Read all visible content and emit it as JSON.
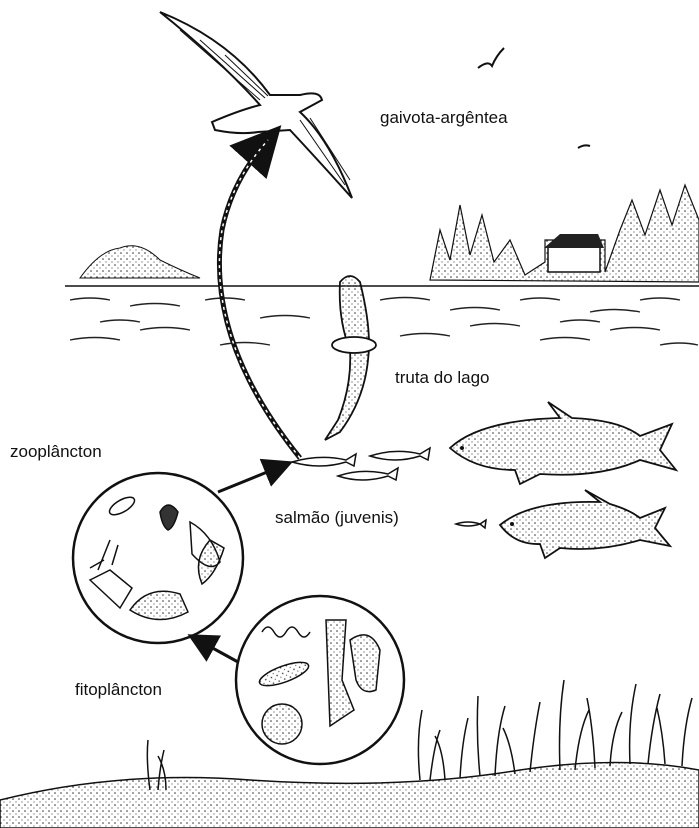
{
  "labels": {
    "herring_gull": "gaivota-argêntea",
    "lake_trout": "truta do lago",
    "zooplankton": "zooplâncton",
    "juvenile_salmon": "salmão (juvenis)",
    "phytoplankton": "fitoplâncton"
  },
  "colors": {
    "ink": "#111111",
    "background": "#ffffff"
  }
}
